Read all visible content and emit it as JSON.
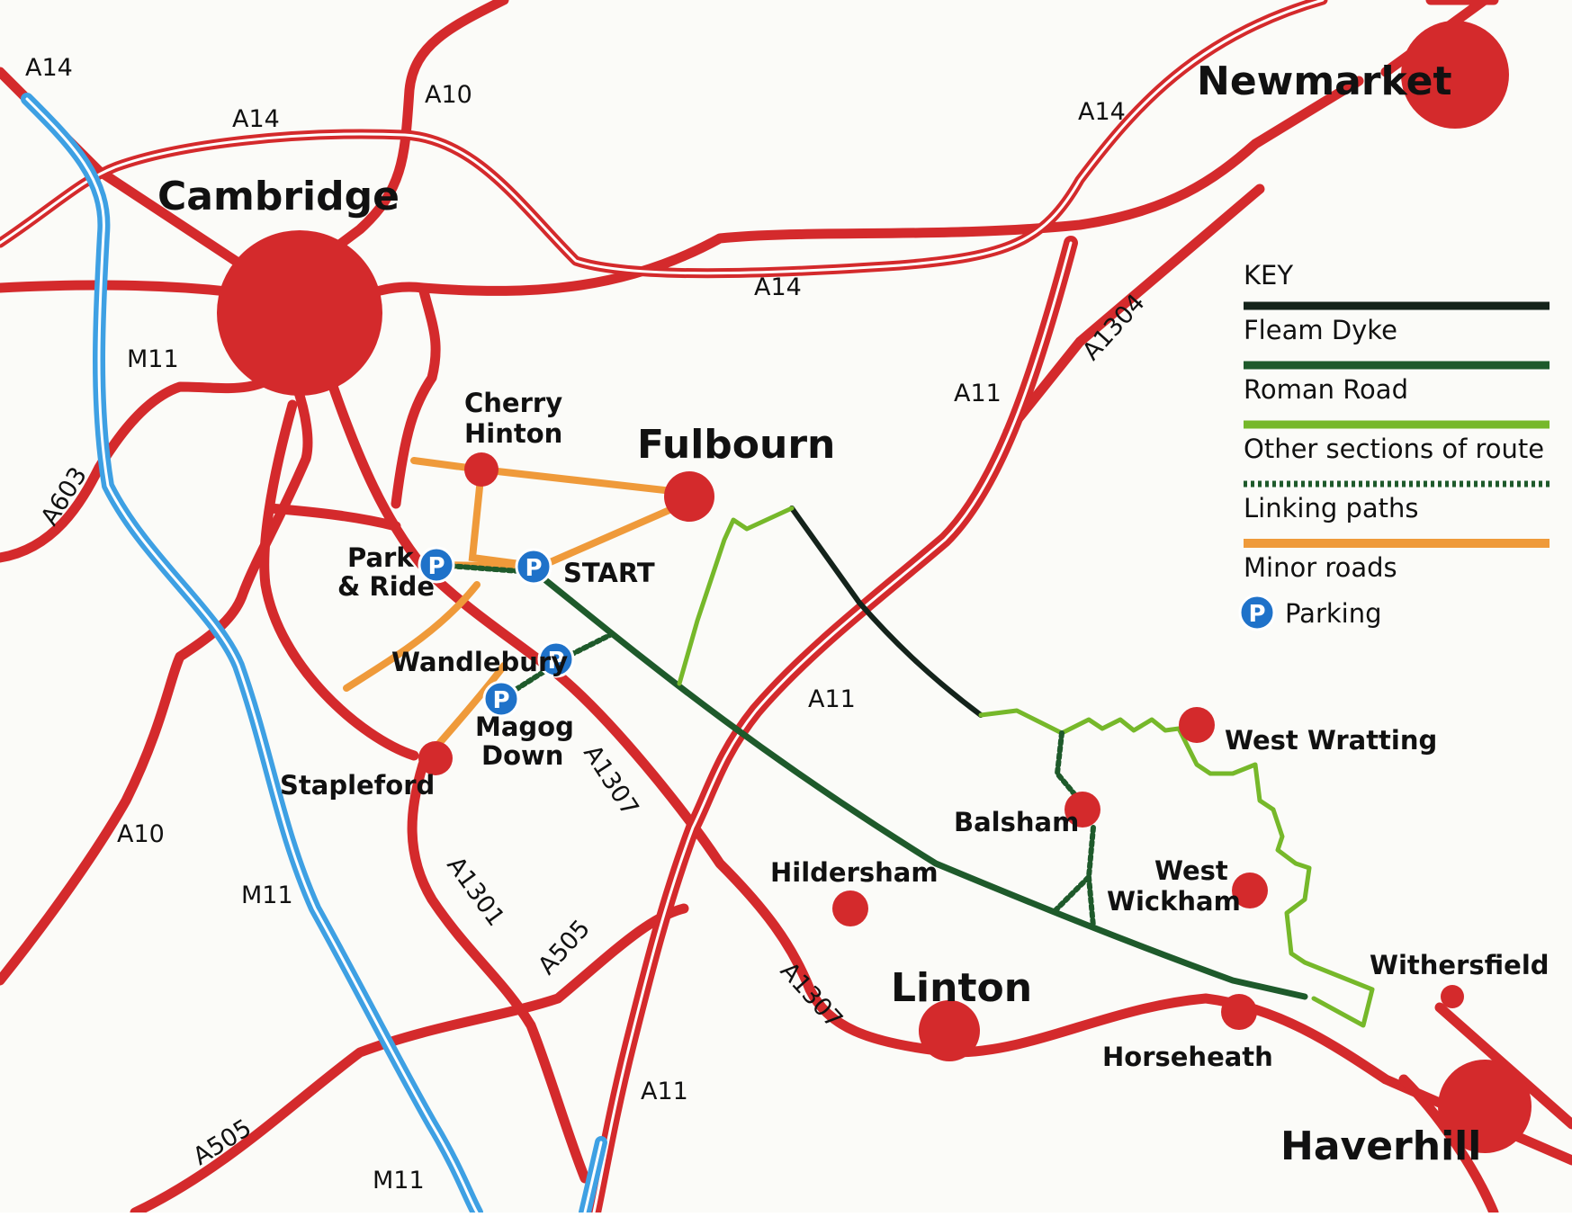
{
  "colors": {
    "main_road": "#d42a2c",
    "motorway": "#3ea0e3",
    "fleam_dyke": "#14231b",
    "roman_road": "#1e5a2b",
    "other_route": "#76b82a",
    "minor_road": "#ef9a3a",
    "parking": "#1f72c9"
  },
  "road_labels": {
    "a14_w": "A14",
    "a14_cam": "A14",
    "a10_n": "A10",
    "a14_mid": "A14",
    "a14_ne": "A14",
    "m11_n": "M11",
    "a603": "A603",
    "a1304": "A1304",
    "a11_n": "A11",
    "a11_mid": "A11",
    "a1307_n": "A1307",
    "a10_s": "A10",
    "m11_mid": "M11",
    "a1301": "A1301",
    "a505_e": "A505",
    "a1307_s": "A1307",
    "a11_s": "A11",
    "a505_w": "A505",
    "m11_s": "M11"
  },
  "towns": {
    "cambridge": "Cambridge",
    "newmarket": "Newmarket",
    "fulbourn": "Fulbourn",
    "cherry_hinton_1": "Cherry",
    "cherry_hinton_2": "Hinton",
    "park_ride_1": "Park",
    "park_ride_2": "& Ride",
    "start": "START",
    "wandlebury": "Wandlebury",
    "magog_1": "Magog",
    "magog_2": "Down",
    "stapleford": "Stapleford",
    "west_wratting": "West Wratting",
    "balsham": "Balsham",
    "hildersham": "Hildersham",
    "west_wickham_1": "West",
    "west_wickham_2": "Wickham",
    "linton": "Linton",
    "withersfield": "Withersfield",
    "horseheath": "Horseheath",
    "haverhill": "Haverhill"
  },
  "parking_symbol": "P",
  "key": {
    "title": "KEY",
    "items": [
      {
        "label": "Fleam Dyke",
        "style": "fleam_dyke"
      },
      {
        "label": "Roman Road",
        "style": "roman_road"
      },
      {
        "label": "Other sections of route",
        "style": "other_route"
      },
      {
        "label": "Linking paths",
        "style": "linking"
      },
      {
        "label": "Minor roads",
        "style": "minor_road"
      },
      {
        "label": "Parking",
        "style": "parking"
      }
    ]
  }
}
